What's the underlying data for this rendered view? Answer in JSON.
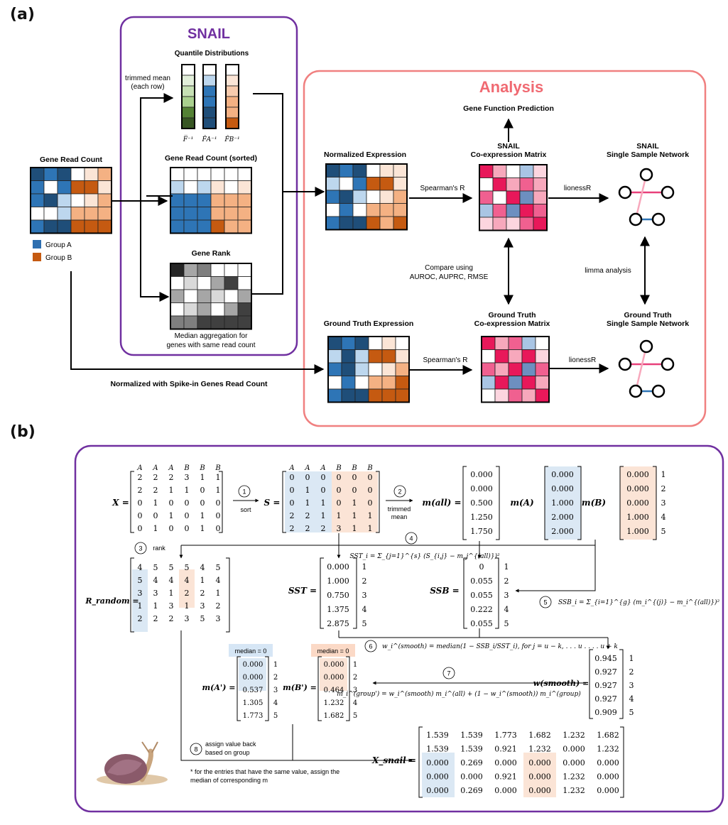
{
  "panel_a": {
    "letter": "(a)",
    "snail_box_title": "SNAIL",
    "analysis_box_title": "Analysis",
    "gene_read_count": "Gene Read Count",
    "legend": [
      {
        "label": "Group A",
        "color": "#2e6fb0"
      },
      {
        "label": "Group B",
        "color": "#c55a11"
      }
    ],
    "quantile_distributions": "Quantile Distributions",
    "trimmed_mean": [
      "trimmed mean",
      "(each row)"
    ],
    "quantile_symbols": [
      "F̅⁻¹",
      "F̂A⁻¹",
      "F̂B⁻¹"
    ],
    "gene_read_count_sorted": "Gene Read Count (sorted)",
    "gene_rank": "Gene Rank",
    "median_aggregation": [
      "Median aggregation for",
      "genes with same read count"
    ],
    "normalized_expression": "Normalized Expression",
    "spearman_1": "Spearman's R",
    "snail_coexp": [
      "SNAIL",
      "Co-expression Matrix"
    ],
    "gene_function_prediction": "Gene Function Prediction",
    "lionessR_1": "lionessR",
    "snail_ssn": [
      "SNAIL",
      "Single Sample Network"
    ],
    "compare_using": [
      "Compare using",
      "AUROC, AUPRC, RMSE"
    ],
    "limma_analysis": "limma analysis",
    "ground_truth_expression": "Ground Truth Expression",
    "spearman_2": "Spearman's R",
    "gt_coexp": [
      "Ground Truth",
      "Co-expression Matrix"
    ],
    "lionessR_2": "lionessR",
    "gt_ssn": [
      "Ground Truth",
      "Single Sample Network"
    ],
    "normalized_spike_in": "Normalized with Spike-in Genes Read Count"
  },
  "panel_b": {
    "letter": "(b)",
    "col_headers": [
      "A",
      "A",
      "A",
      "B",
      "B",
      "B"
    ],
    "X_label": "X =",
    "X": [
      [
        2,
        2,
        2,
        3,
        1,
        1
      ],
      [
        2,
        2,
        1,
        1,
        0,
        1
      ],
      [
        0,
        1,
        0,
        0,
        0,
        0
      ],
      [
        0,
        0,
        1,
        0,
        1,
        0
      ],
      [
        0,
        1,
        0,
        0,
        1,
        0
      ]
    ],
    "step1": "1",
    "sort": "sort",
    "S_label": "S =",
    "S": [
      [
        0,
        0,
        0,
        0,
        0,
        0
      ],
      [
        0,
        1,
        0,
        0,
        0,
        0
      ],
      [
        0,
        1,
        1,
        0,
        1,
        0
      ],
      [
        2,
        2,
        1,
        1,
        1,
        1
      ],
      [
        2,
        2,
        2,
        3,
        1,
        1
      ]
    ],
    "step2": "2",
    "trimmed_mean": [
      "trimmed",
      "mean"
    ],
    "m_all_label": "m(all) =",
    "m_all": [
      "0.000",
      "0.000",
      "0.500",
      "1.250",
      "1.750"
    ],
    "m_A_label": "m(A)",
    "m_A": [
      "0.000",
      "0.000",
      "1.000",
      "2.000",
      "2.000"
    ],
    "m_B_label": "m(B)",
    "m_B": [
      "0.000",
      "0.000",
      "0.000",
      "1.000",
      "1.000"
    ],
    "row_idx": [
      "1",
      "2",
      "3",
      "4",
      "5"
    ],
    "step3": "3",
    "rank": "rank",
    "step4": "4",
    "sst_formula": "SST_i = Σ_{j=1}^{s} (S_{i,j} − m_j^{(all)})²",
    "R_label": "R_random =",
    "R": [
      [
        4,
        5,
        5,
        5,
        4,
        5
      ],
      [
        5,
        4,
        4,
        4,
        1,
        4
      ],
      [
        3,
        3,
        1,
        2,
        2,
        1
      ],
      [
        1,
        1,
        3,
        1,
        3,
        2
      ],
      [
        2,
        2,
        2,
        3,
        5,
        3
      ]
    ],
    "SST_label": "SST =",
    "SST": [
      "0.000",
      "1.000",
      "0.750",
      "1.375",
      "2.875"
    ],
    "SSB_label": "SSB =",
    "SSB": [
      "0",
      "0.055",
      "0.055",
      "0.222",
      "0.055"
    ],
    "step5": "5",
    "ssb_formula": "SSB_i = Σ_{i=1}^{g} (m_i^{(j)} − m_i^{(all)})²",
    "step6": "6",
    "w_formula": "w_i^(smooth) = median(1 − SSB_i/SST_i), for j = u − k, . . . u . . . . u + k",
    "median_A": "median = 0",
    "median_B": "median = 0",
    "m_Ap_label": "m(A') =",
    "m_Ap": [
      "0.000",
      "0.000",
      "0.537",
      "1.305",
      "1.773"
    ],
    "m_Bp_label": "m(B') =",
    "m_Bp": [
      "0.000",
      "0.000",
      "0.464",
      "1.232",
      "1.682"
    ],
    "step7": "7",
    "group_formula": "m_i^(group') = w_i^(smooth) m_i^(all) + (1 − w_i^(smooth)) m_i^(group)",
    "w_label": "w(smooth) =",
    "w_smooth": [
      "0.945",
      "0.927",
      "0.927",
      "0.927",
      "0.909"
    ],
    "step8": "8",
    "assign_back": [
      "assign value back",
      "based on group"
    ],
    "footnote": [
      "* for the entries that have the same value, assign the",
      "median of corresponding m"
    ],
    "Xs_label": "X_snail =",
    "X_snail": [
      [
        "1.539",
        "1.539",
        "1.773",
        "1.682",
        "1.232",
        "1.682"
      ],
      [
        "1.539",
        "1.539",
        "0.921",
        "1.232",
        "0.000",
        "1.232"
      ],
      [
        "0.000",
        "0.269",
        "0.000",
        "0.000",
        "0.000",
        "0.000"
      ],
      [
        "0.000",
        "0.000",
        "0.921",
        "0.000",
        "1.232",
        "0.000"
      ],
      [
        "0.000",
        "0.269",
        "0.000",
        "0.000",
        "1.232",
        "0.000"
      ]
    ]
  }
}
